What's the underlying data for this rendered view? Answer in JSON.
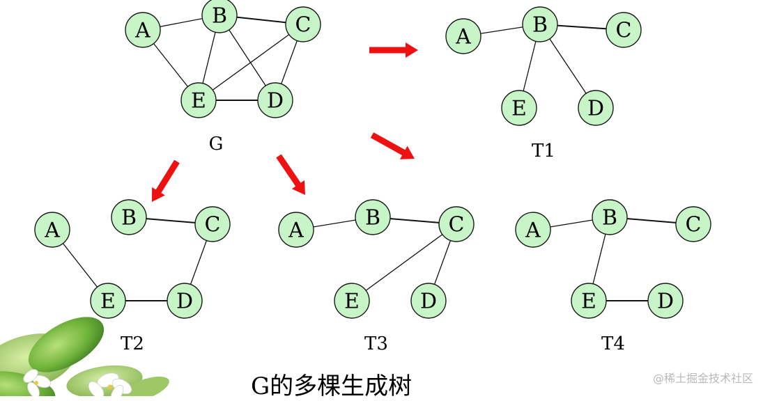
{
  "caption": "G的多棵生成树",
  "watermark": "@稀土掘金技术社区",
  "node_color": "#c8f5c8",
  "arrow_color": "#ee1111",
  "graphs": [
    {
      "id": "G",
      "label": "G",
      "nodes": [
        "A",
        "B",
        "C",
        "D",
        "E"
      ],
      "edges": [
        [
          "A",
          "B"
        ],
        [
          "B",
          "C"
        ],
        [
          "A",
          "E"
        ],
        [
          "B",
          "E"
        ],
        [
          "B",
          "D"
        ],
        [
          "C",
          "E"
        ],
        [
          "C",
          "D"
        ],
        [
          "E",
          "D"
        ]
      ]
    },
    {
      "id": "T1",
      "label": "T1",
      "nodes": [
        "A",
        "B",
        "C",
        "D",
        "E"
      ],
      "edges": [
        [
          "A",
          "B"
        ],
        [
          "B",
          "C"
        ],
        [
          "B",
          "E"
        ],
        [
          "B",
          "D"
        ]
      ]
    },
    {
      "id": "T2",
      "label": "T2",
      "nodes": [
        "A",
        "B",
        "C",
        "D",
        "E"
      ],
      "edges": [
        [
          "B",
          "C"
        ],
        [
          "A",
          "E"
        ],
        [
          "E",
          "D"
        ],
        [
          "C",
          "D"
        ]
      ]
    },
    {
      "id": "T3",
      "label": "T3",
      "nodes": [
        "A",
        "B",
        "C",
        "D",
        "E"
      ],
      "edges": [
        [
          "A",
          "B"
        ],
        [
          "B",
          "C"
        ],
        [
          "C",
          "E"
        ],
        [
          "C",
          "D"
        ]
      ]
    },
    {
      "id": "T4",
      "label": "T4",
      "nodes": [
        "A",
        "B",
        "C",
        "D",
        "E"
      ],
      "edges": [
        [
          "A",
          "B"
        ],
        [
          "B",
          "C"
        ],
        [
          "B",
          "E"
        ],
        [
          "E",
          "D"
        ]
      ]
    }
  ]
}
